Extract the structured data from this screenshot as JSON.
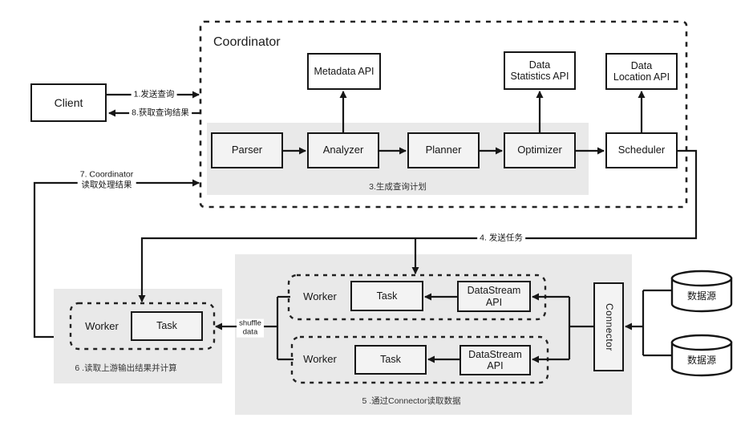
{
  "client": {
    "label": "Client"
  },
  "coordinator": {
    "title": "Coordinator",
    "plan_note": "3.生成查询计划",
    "apis": {
      "metadata": {
        "label": "Metadata API"
      },
      "statistics": {
        "line1": "Data",
        "line2": "Statistics API"
      },
      "location": {
        "line1": "Data",
        "line2": "Location API"
      }
    },
    "pipeline": {
      "parser": "Parser",
      "analyzer": "Analyzer",
      "planner": "Planner",
      "optimizer": "Optimizer",
      "scheduler": "Scheduler"
    }
  },
  "flows": {
    "send_query": "1.发送查询",
    "get_result": "8.获取查询结果",
    "read_result": {
      "line1": "7. Coordinator",
      "line2": "读取处理结果"
    },
    "send_task": "4. 发送任务",
    "shuffle": {
      "line1": "shuffle",
      "line2": "data"
    }
  },
  "sections": {
    "right": {
      "note": "5 .通过Connector读取数据",
      "worker": "Worker",
      "task": "Task",
      "datastream": {
        "line1": "DataStream",
        "line2": "API"
      },
      "connector": "Connector"
    },
    "left": {
      "note": "6 .读取上游输出结果并计算",
      "worker": "Worker",
      "task": "Task"
    }
  },
  "datasource": {
    "label": "数据源"
  },
  "colors": {
    "line": "#161616",
    "panel": "#e9e9e9",
    "box_fill": "#f3f3f3"
  }
}
